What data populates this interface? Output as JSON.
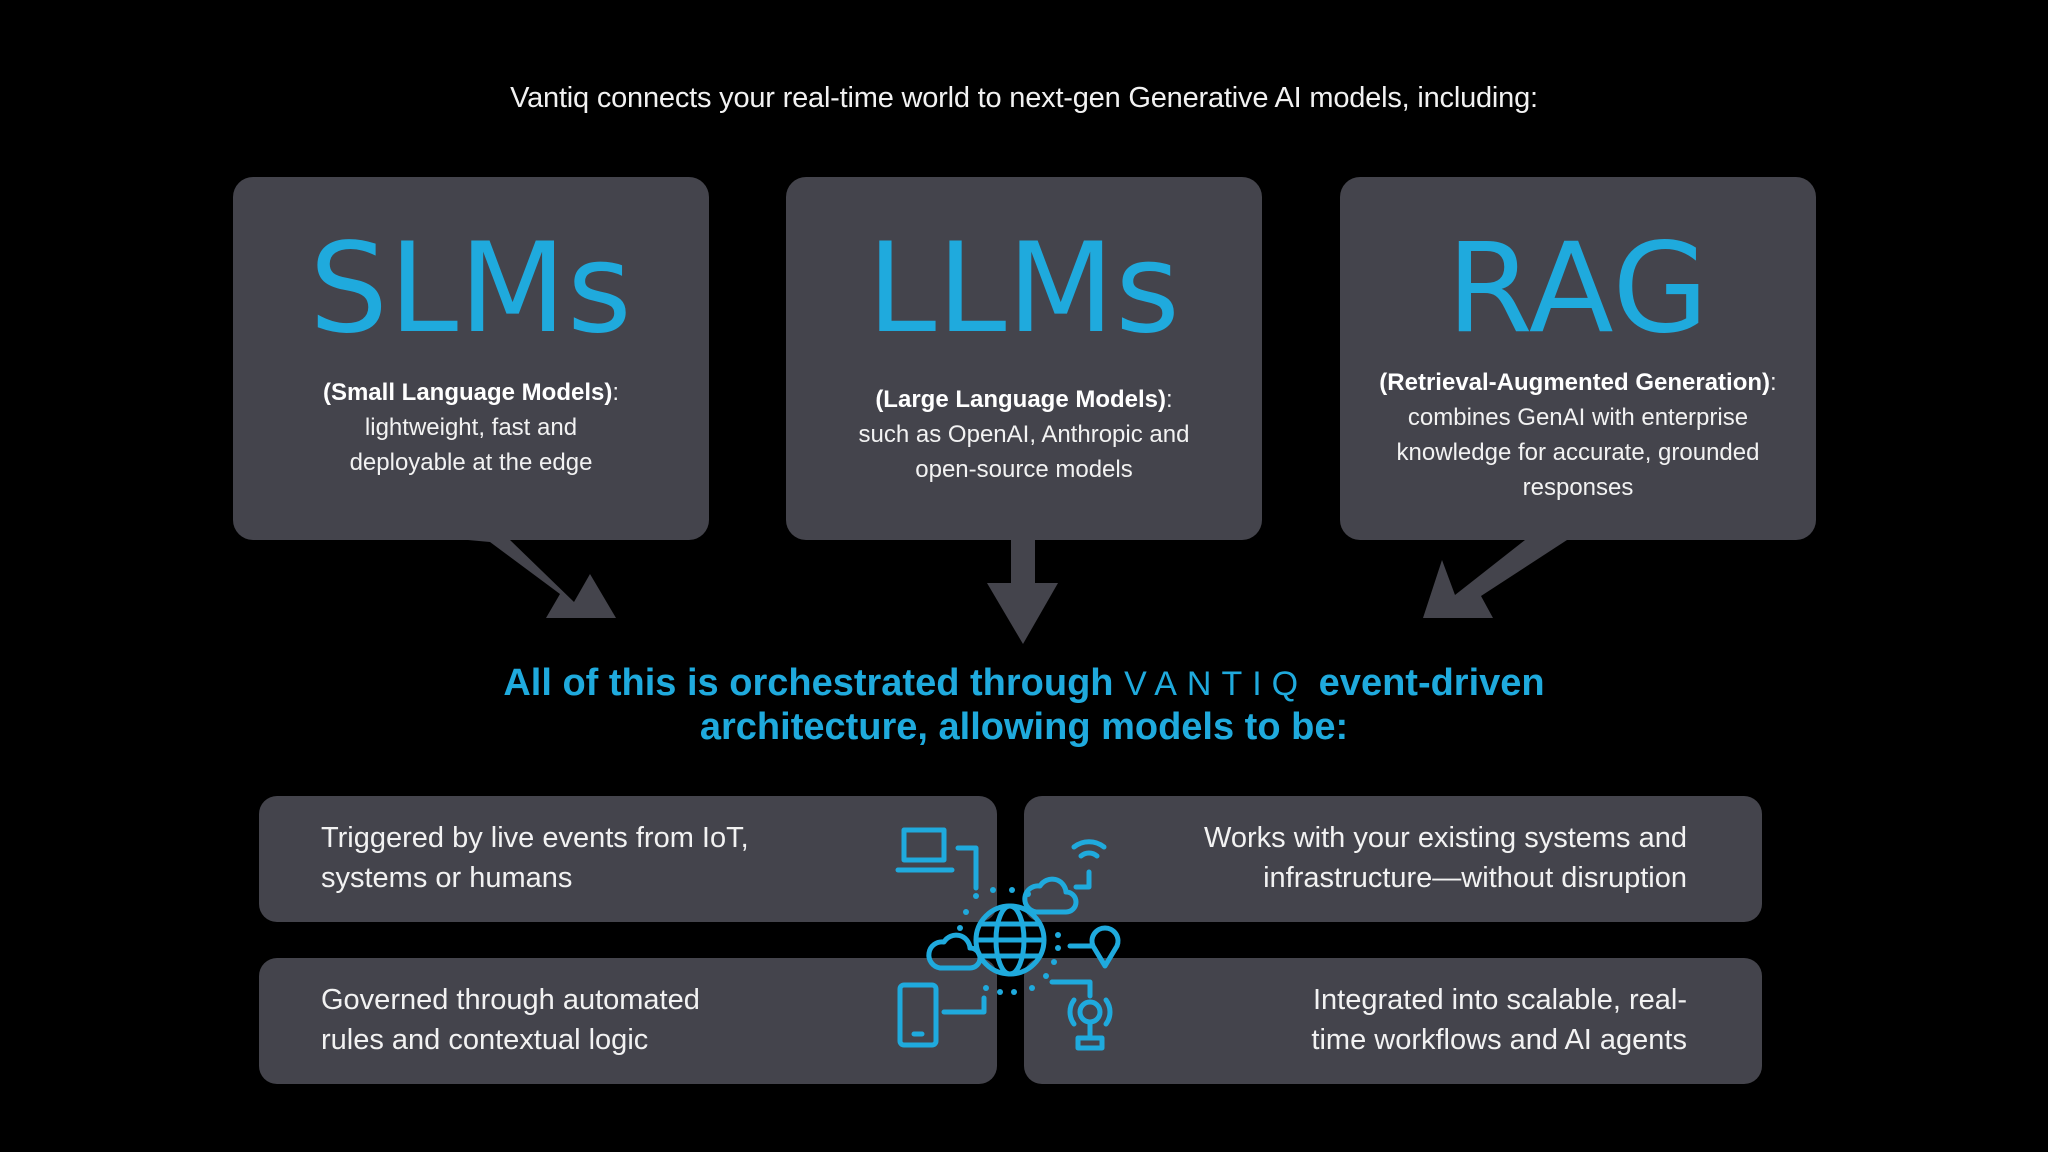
{
  "intro": "Vantiq connects your real-time world to next-gen Generative AI models, including:",
  "cards": [
    {
      "acronym": "SLMs",
      "name": "(Small Language Models)",
      "suffix": ":",
      "lines": [
        "lightweight, fast and",
        "deployable at the edge"
      ]
    },
    {
      "acronym": "LLMs",
      "name": "(Large Language Models)",
      "suffix": ":",
      "lines": [
        "such as OpenAI, Anthropic and",
        "open-source models"
      ]
    },
    {
      "acronym": "RAG",
      "name": "(Retrieval-Augmented Generation)",
      "suffix": ":",
      "lines": [
        "combines GenAI with enterprise",
        "knowledge for accurate, grounded",
        "responses"
      ]
    }
  ],
  "orchestration": {
    "before": "All of this is orchestrated through",
    "brand": "VANTIQ",
    "after": "event-driven",
    "line2": "architecture, allowing models to be:"
  },
  "features": [
    {
      "lines": [
        "Triggered by live events from IoT,",
        "systems or humans"
      ]
    },
    {
      "lines": [
        "Governed through automated",
        "rules and contextual logic"
      ]
    },
    {
      "lines": [
        "Works with your existing systems and",
        "infrastructure—without disruption"
      ]
    },
    {
      "lines": [
        "Integrated into scalable, real-",
        "time workflows and AI agents"
      ]
    }
  ],
  "hub_icons": [
    "globe-icon",
    "laptop-icon",
    "smartphone-icon",
    "cloud-icon",
    "wifi-icon",
    "location-pin-icon",
    "webcam-icon"
  ],
  "colors": {
    "accent": "#1faadd",
    "card": "#44444c",
    "background": "#000000",
    "text": "#f2f2f2"
  }
}
